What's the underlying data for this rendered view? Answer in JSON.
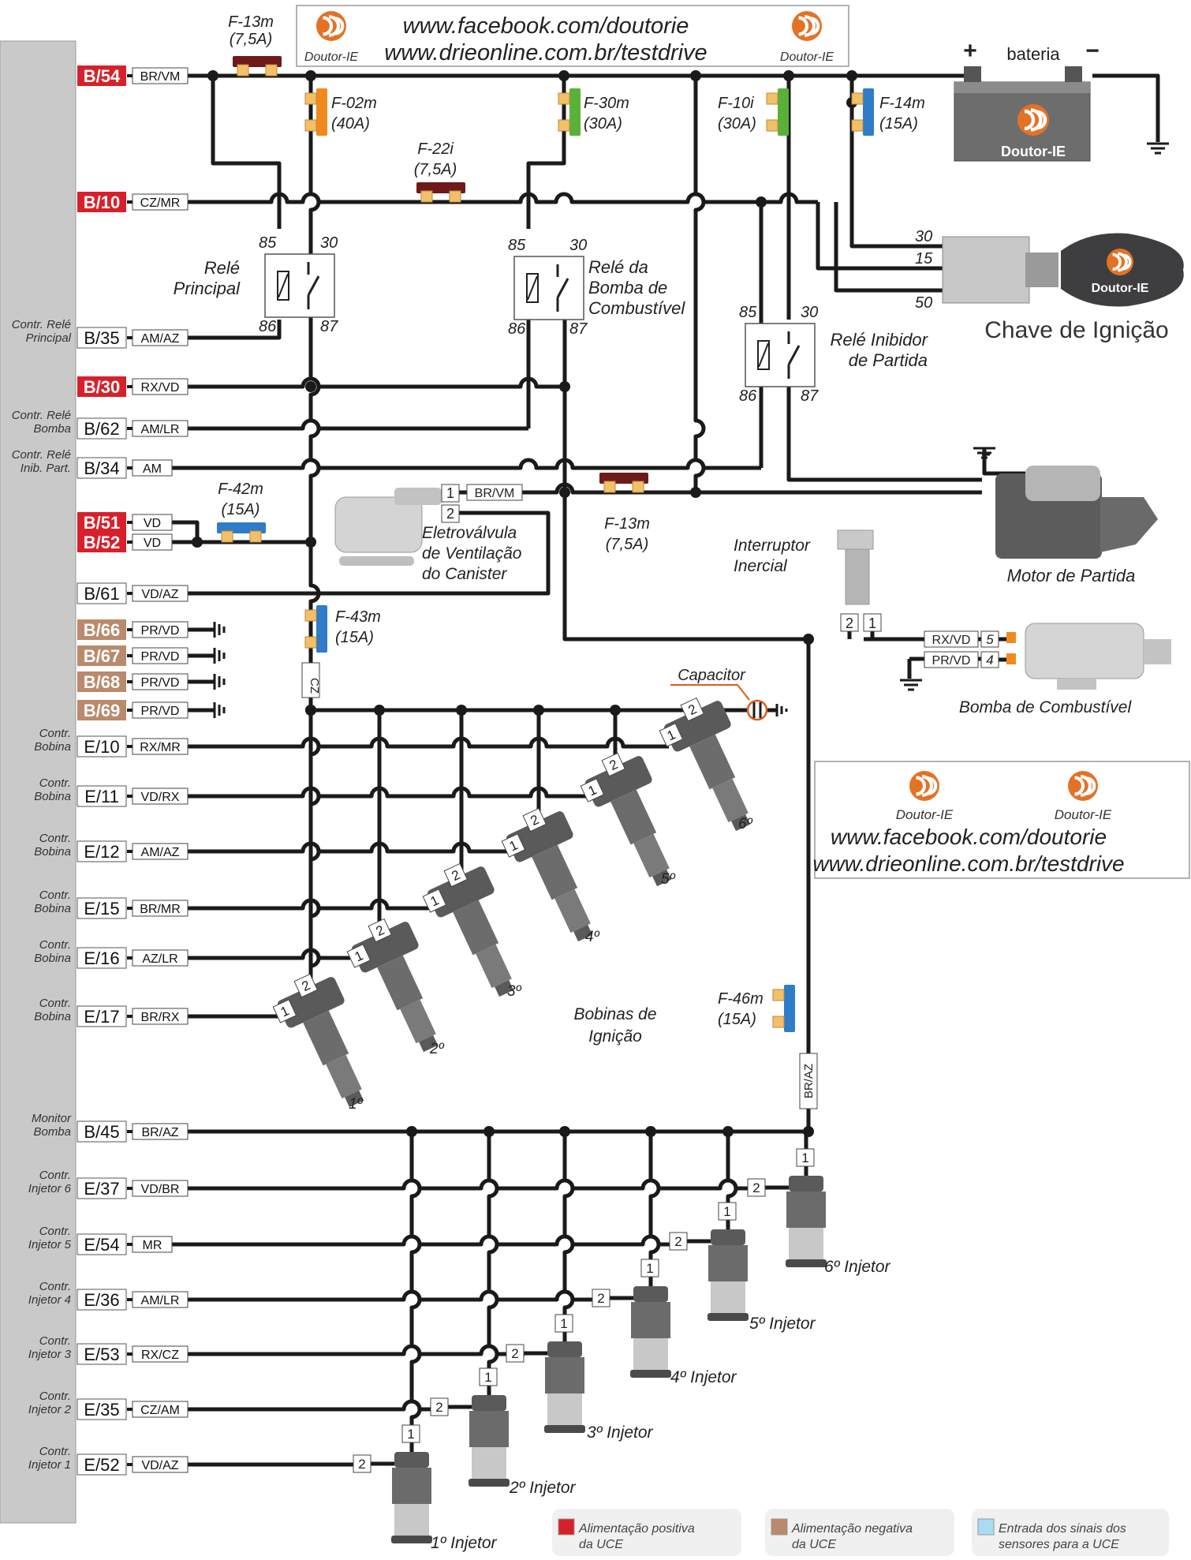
{
  "header": {
    "line1": "www.facebook.com/doutorie",
    "line2": "www.drieonline.com.br/testdrive",
    "brand": "Doutor-IE"
  },
  "website_box": {
    "brand_left": "Doutor-IE",
    "brand_right": "Doutor-IE",
    "line1": "www.facebook.com/doutorie",
    "line2": "www.drieonline.com.br/testdrive"
  },
  "colors": {
    "wire": "#1a1a1a",
    "uce_panel": "#c9c9ca",
    "pin_positive": "#d8202a",
    "pin_negative": "#b98a6b",
    "pin_sensor": "#a8dcf2",
    "fuse_dark": "#6e1a1a",
    "fuse_orange": "#f08a1c",
    "fuse_green": "#59b138",
    "fuse_blue": "#2f7cc8",
    "fuse_cap": "#f3c069",
    "brand_orange": "#e37226"
  },
  "uce_pins": [
    {
      "id": "B/54",
      "wire": "BR/VM",
      "label": "",
      "kind": "positive"
    },
    {
      "id": "B/10",
      "wire": "CZ/MR",
      "label": "",
      "kind": "positive"
    },
    {
      "id": "B/35",
      "wire": "AM/AZ",
      "label": "Contr. Relé|Principal",
      "kind": "plain"
    },
    {
      "id": "B/30",
      "wire": "RX/VD",
      "label": "",
      "kind": "positive"
    },
    {
      "id": "B/62",
      "wire": "AM/LR",
      "label": "Contr. Relé|Bomba",
      "kind": "plain"
    },
    {
      "id": "B/34",
      "wire": "AM",
      "label": "Contr. Relé|Inib. Part.",
      "kind": "plain"
    },
    {
      "id": "B/51",
      "wire": "VD",
      "label": "",
      "kind": "positive"
    },
    {
      "id": "B/52",
      "wire": "VD",
      "label": "",
      "kind": "positive"
    },
    {
      "id": "B/61",
      "wire": "VD/AZ",
      "label": "",
      "kind": "plain"
    },
    {
      "id": "B/66",
      "wire": "PR/VD",
      "label": "",
      "kind": "negative"
    },
    {
      "id": "B/67",
      "wire": "PR/VD",
      "label": "",
      "kind": "negative"
    },
    {
      "id": "B/68",
      "wire": "PR/VD",
      "label": "",
      "kind": "negative"
    },
    {
      "id": "B/69",
      "wire": "PR/VD",
      "label": "",
      "kind": "negative"
    },
    {
      "id": "E/10",
      "wire": "RX/MR",
      "label": "Contr.|Bobina",
      "kind": "plain"
    },
    {
      "id": "E/11",
      "wire": "VD/RX",
      "label": "Contr.|Bobina",
      "kind": "plain"
    },
    {
      "id": "E/12",
      "wire": "AM/AZ",
      "label": "Contr.|Bobina",
      "kind": "plain"
    },
    {
      "id": "E/15",
      "wire": "BR/MR",
      "label": "Contr.|Bobina",
      "kind": "plain"
    },
    {
      "id": "E/16",
      "wire": "AZ/LR",
      "label": "Contr.|Bobina",
      "kind": "plain"
    },
    {
      "id": "E/17",
      "wire": "BR/RX",
      "label": "Contr.|Bobina",
      "kind": "plain"
    },
    {
      "id": "B/45",
      "wire": "BR/AZ",
      "label": "Monitor|Bomba",
      "kind": "plain"
    },
    {
      "id": "E/37",
      "wire": "VD/BR",
      "label": "Contr.|Injetor 6",
      "kind": "plain"
    },
    {
      "id": "E/54",
      "wire": "MR",
      "label": "Contr.|Injetor 5",
      "kind": "plain"
    },
    {
      "id": "E/36",
      "wire": "AM/LR",
      "label": "Contr.|Injetor 4",
      "kind": "plain"
    },
    {
      "id": "E/53",
      "wire": "RX/CZ",
      "label": "Contr.|Injetor 3",
      "kind": "plain"
    },
    {
      "id": "E/35",
      "wire": "CZ/AM",
      "label": "Contr.|Injetor 2",
      "kind": "plain"
    },
    {
      "id": "E/52",
      "wire": "VD/AZ",
      "label": "Contr.|Injetor 1",
      "kind": "plain"
    }
  ],
  "fuses": [
    {
      "name": "F-13m",
      "rating": "(7,5A)",
      "color": "dark"
    },
    {
      "name": "F-02m",
      "rating": "(40A)",
      "color": "orange"
    },
    {
      "name": "F-22i",
      "rating": "(7,5A)",
      "color": "dark"
    },
    {
      "name": "F-30m",
      "rating": "(30A)",
      "color": "green"
    },
    {
      "name": "F-10i",
      "rating": "(30A)",
      "color": "green"
    },
    {
      "name": "F-14m",
      "rating": "(15A)",
      "color": "blue"
    },
    {
      "name": "F-42m",
      "rating": "(15A)",
      "color": "blue"
    },
    {
      "name": "F-13m",
      "rating": "(7,5A)",
      "color": "dark"
    },
    {
      "name": "F-43m",
      "rating": "(15A)",
      "color": "blue"
    },
    {
      "name": "F-46m",
      "rating": "(15A)",
      "color": "blue"
    }
  ],
  "relays": [
    {
      "name": "Relé|Principal",
      "pins": [
        "85",
        "30",
        "86",
        "87"
      ]
    },
    {
      "name": "Relé da|Bomba de|Combustível",
      "pins": [
        "85",
        "30",
        "86",
        "87"
      ]
    },
    {
      "name": "Relé Inibidor|de Partida",
      "pins": [
        "85",
        "30",
        "86",
        "87"
      ]
    }
  ],
  "battery": {
    "label": "bateria",
    "plus": "+",
    "minus": "−",
    "brand": "Doutor-IE"
  },
  "ignition": {
    "label": "Chave de Ignição",
    "terminals": [
      "30",
      "15",
      "50"
    ],
    "brand": "Doutor-IE"
  },
  "starter": {
    "label": "Motor de Partida"
  },
  "canister": {
    "label": "Eletroválvula|de Ventilação|do Canister",
    "pin1": "1",
    "pin2": "2",
    "wire": "BR/VM"
  },
  "inertia": {
    "label": "Interruptor|Inercial",
    "pin2": "2",
    "pin1": "1"
  },
  "pump": {
    "label": "Bomba de Combustível",
    "wire5": "RX/VD",
    "pin5": "5",
    "wire4": "PR/VD",
    "pin4": "4"
  },
  "capacitor": {
    "label": "Capacitor"
  },
  "cz_tag": "CZ",
  "braz_tag": "BR/AZ",
  "coils": {
    "label": "Bobinas de|Ignição",
    "items": [
      "1º",
      "2º",
      "3º",
      "4º",
      "5º",
      "6º"
    ],
    "pin1": "1",
    "pin2": "2"
  },
  "injectors": {
    "items": [
      "1º Injetor",
      "2º Injetor",
      "3º Injetor",
      "4º Injetor",
      "5º Injetor",
      "6º Injetor"
    ],
    "pin1": "1",
    "pin2": "2"
  },
  "legend": [
    {
      "text": "Alimentação positiva|da UCE",
      "kind": "positive"
    },
    {
      "text": "Alimentação negativa|da UCE",
      "kind": "negative"
    },
    {
      "text": "Entrada dos sinais dos|sensores para a UCE",
      "kind": "sensor"
    }
  ]
}
